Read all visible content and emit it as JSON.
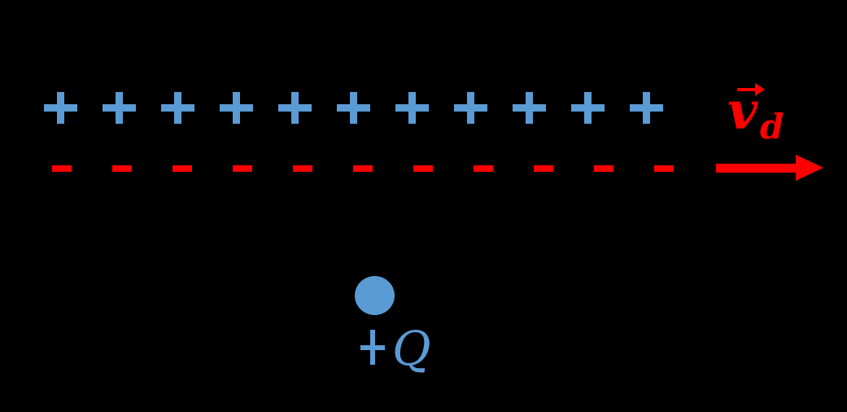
{
  "colors": {
    "background": "#000000",
    "positive_blue": "#5B9BD5",
    "negative_red": "#FF0000"
  },
  "conductor": {
    "plus_symbol": "+",
    "plus_count": 11,
    "dash_symbol": "-",
    "dash_count": 11
  },
  "drift_arrow": {
    "direction": "right"
  },
  "velocity_label": {
    "vector_arrow": "→",
    "base": "v",
    "subscript": "d",
    "full_label": "v⃗d"
  },
  "charge": {
    "plus": "+",
    "symbol": "Q",
    "full_label": "+Q"
  }
}
